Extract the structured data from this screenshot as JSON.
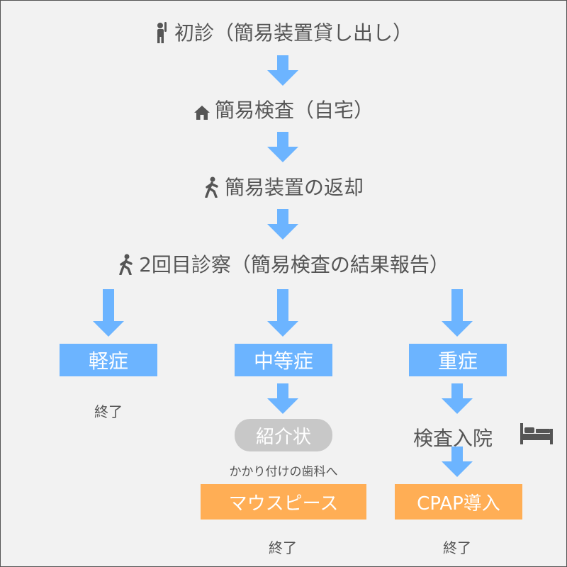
{
  "steps": {
    "first_visit": "初診（簡易装置貸し出し）",
    "home_test": "簡易検査（自宅）",
    "return_device": "簡易装置の返却",
    "second_visit": "2回目診察（簡易検査の結果報告）"
  },
  "icons": {
    "first_visit": "person-raising-hand-icon",
    "home_test": "home-icon",
    "return_device": "walking-person-icon",
    "second_visit": "walking-person-icon",
    "hospitalization": "bed-icon"
  },
  "branches": {
    "mild": {
      "label": "軽症",
      "end": "終了"
    },
    "moderate": {
      "label": "中等症",
      "referral": "紹介状",
      "referral_note": "かかり付けの歯科へ",
      "treatment": "マウスピース",
      "end": "終了"
    },
    "severe": {
      "label": "重症",
      "hospitalization": "検査入院",
      "treatment": "CPAP導入",
      "end": "終了"
    }
  },
  "colors": {
    "arrow": "#6cb4ff",
    "severity_box": "#6cb4ff",
    "treatment_box": "#ffae55",
    "referral_pill": "#c8c8c8",
    "text": "#555555",
    "background": "#f2f2f2"
  }
}
